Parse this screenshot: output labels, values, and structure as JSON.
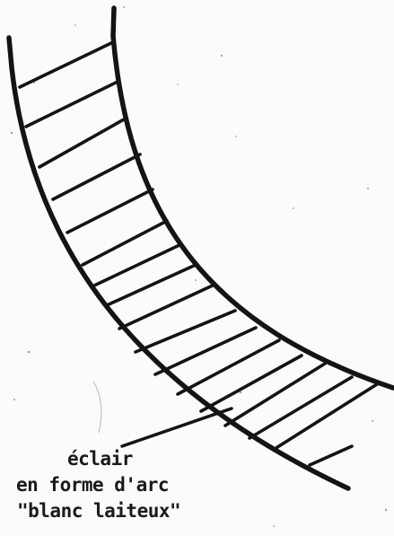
{
  "diagram": {
    "subject": "arc-shaped lightning band",
    "colors": {
      "ink": "#141414",
      "paper": "#fbfbf9",
      "speck": "#9a9a9a"
    },
    "hatch_line_count": 17
  },
  "caption": {
    "line1": "éclair",
    "line2": "en forme d'arc",
    "line3": "\"blanc laiteux\""
  }
}
